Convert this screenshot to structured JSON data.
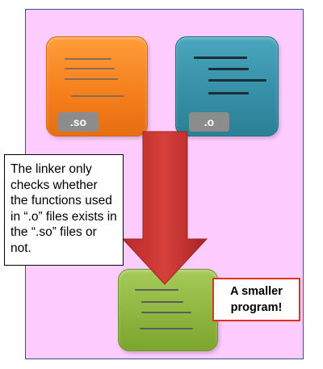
{
  "files": {
    "shared_object_label": ".so",
    "object_label": ".o"
  },
  "note": {
    "text": "The linker only checks whether the functions used in “.o” files exists in the “.so” files or not."
  },
  "result": {
    "text": "A smaller program!"
  },
  "colors": {
    "background": "#ffccff",
    "frame_border": "#3d4f8c",
    "so_file": "#f5801c",
    "o_file": "#3590a8",
    "output_file": "#8fb63f",
    "arrow": "#c0302c",
    "result_border": "#e0301e"
  }
}
